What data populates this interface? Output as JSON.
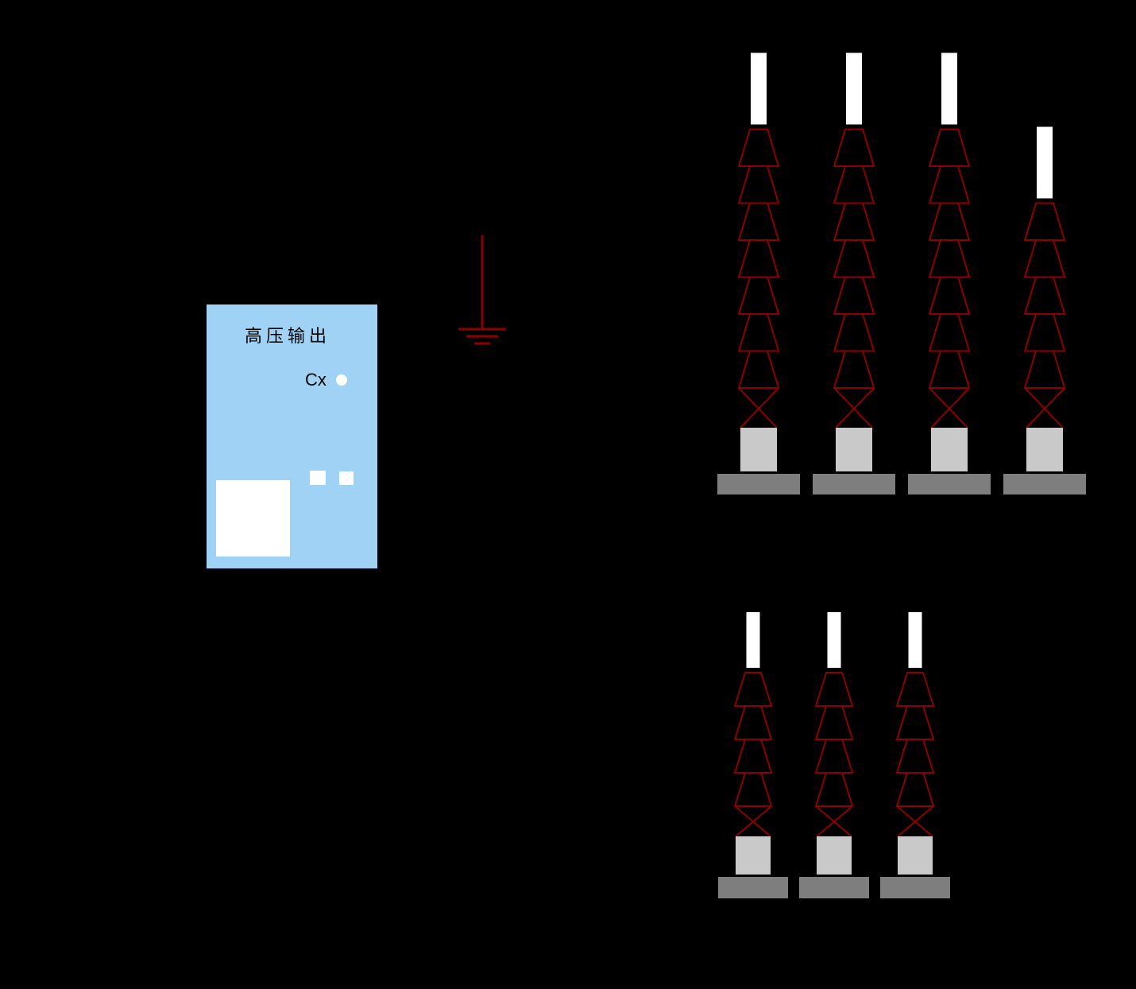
{
  "device": {
    "label": "高压输出",
    "cx_label": "Cx"
  },
  "colors": {
    "background": "#000000",
    "device_fill": "#9FD2F4",
    "device_text": "#000000",
    "rod": "#FFFFFF",
    "insulator_fill": "#000000",
    "insulator_outline": "#8B0000",
    "block": "#C9C9C9",
    "base": "#7E7E7E",
    "ground": "#8B0000"
  },
  "insulators": {
    "top_row": [
      {
        "sheds": 7
      },
      {
        "sheds": 7
      },
      {
        "sheds": 7
      },
      {
        "sheds": 5
      }
    ],
    "bottom_row": [
      {
        "sheds": 4
      },
      {
        "sheds": 4
      },
      {
        "sheds": 4
      }
    ]
  }
}
